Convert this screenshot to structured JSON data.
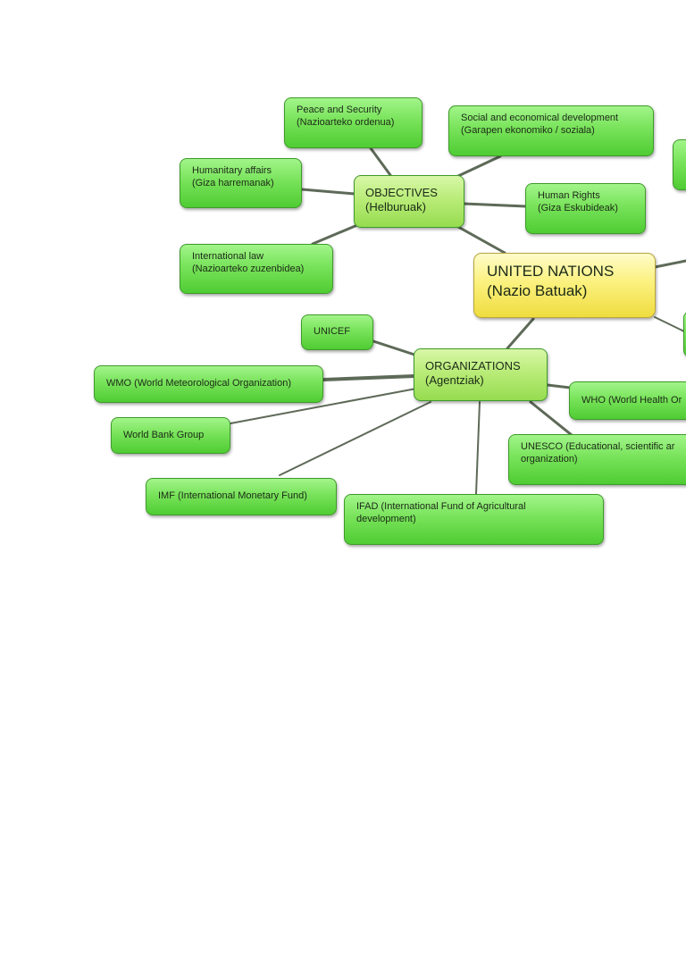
{
  "diagram": {
    "root": {
      "line1": "UNITED NATIONS",
      "line2": "(Nazio Batuak)"
    },
    "objectives": {
      "hub": {
        "line1": "OBJECTIVES",
        "line2": "(Helburuak)"
      },
      "items": [
        {
          "line1": "Peace and Security",
          "line2": "(Nazioarteko ordenua)"
        },
        {
          "line1": "Social and economical development",
          "line2": "(Garapen ekonomiko / soziala)"
        },
        {
          "line1": "Humanitary affairs",
          "line2": "(Giza harremanak)"
        },
        {
          "line1": "Human Rights",
          "line2": "(Giza Eskubideak)"
        },
        {
          "line1": "International law",
          "line2": "(Nazioarteko zuzenbidea)"
        }
      ]
    },
    "organizations": {
      "hub": {
        "line1": "ORGANIZATIONS",
        "line2": "(Agentziak)"
      },
      "items": [
        {
          "line1": "UNICEF"
        },
        {
          "line1": "WMO (World Meteorological Organization)"
        },
        {
          "line1": "World Bank Group"
        },
        {
          "line1": "IMF (International Monetary Fund)"
        },
        {
          "line1": "IFAD (International Fund of Agricultural",
          "line2": "development)"
        },
        {
          "line1": "UNESCO (Educational, scientific ar",
          "line2": "organization)"
        },
        {
          "line1": "WHO (World Health Or"
        }
      ]
    }
  }
}
